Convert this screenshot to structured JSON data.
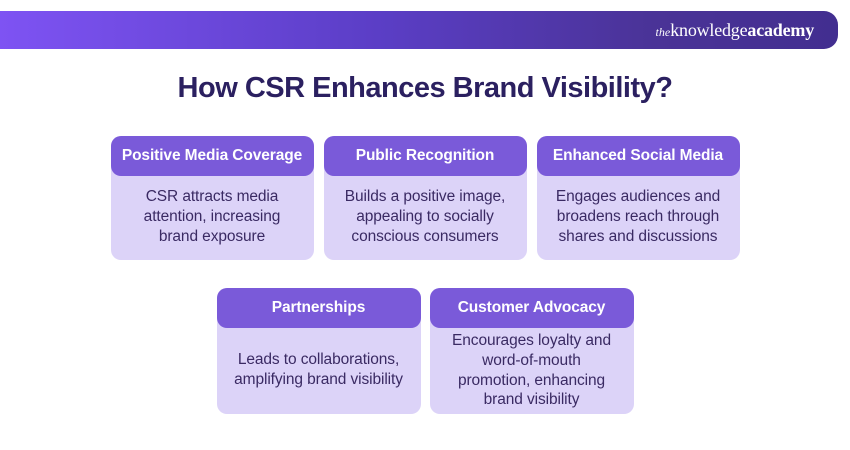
{
  "banner": {
    "logo_the": "the",
    "logo_knowledge": "knowledge",
    "logo_academy": "academy"
  },
  "title": "How CSR Enhances Brand Visibility?",
  "colors": {
    "banner_gradient_start": "#7e53f3",
    "banner_gradient_end": "#422e90",
    "card_header_bg": "#7a5ad9",
    "card_body_bg": "#dcd3f8",
    "card_header_text": "#ffffff",
    "card_body_text": "#3a2a63",
    "title_text": "#2b2060"
  },
  "cards": [
    {
      "title": "Positive Media Coverage",
      "body": "CSR attracts media\nattention, increasing\nbrand exposure"
    },
    {
      "title": "Public Recognition",
      "body": "Builds a positive image,\nappealing to socially\nconscious consumers"
    },
    {
      "title": "Enhanced Social Media",
      "body": "Engages audiences and\nbroadens reach through\nshares and discussions"
    },
    {
      "title": "Partnerships",
      "body": "Leads to collaborations,\namplifying brand visibility"
    },
    {
      "title": "Customer Advocacy",
      "body": "Encourages loyalty and\nword-of-mouth\npromotion, enhancing\nbrand visibility"
    }
  ]
}
